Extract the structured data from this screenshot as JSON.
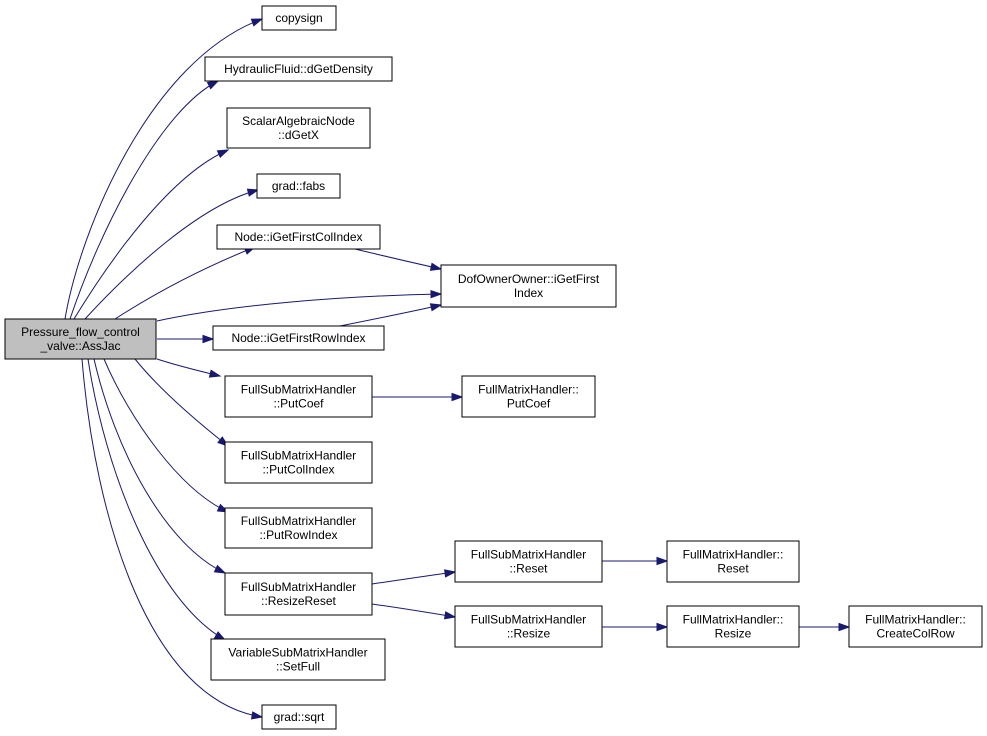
{
  "diagram": {
    "root": {
      "id": "root",
      "lines": [
        "Pressure_flow_control",
        "_valve::AssJac"
      ]
    },
    "nodes": [
      {
        "id": "copysign",
        "lines": [
          "copysign"
        ]
      },
      {
        "id": "dGetDensity",
        "lines": [
          "HydraulicFluid::dGetDensity"
        ]
      },
      {
        "id": "dGetX",
        "lines": [
          "ScalarAlgebraicNode",
          "::dGetX"
        ]
      },
      {
        "id": "fabs",
        "lines": [
          "grad::fabs"
        ]
      },
      {
        "id": "iGetFirstColIndex",
        "lines": [
          "Node::iGetFirstColIndex"
        ]
      },
      {
        "id": "iGetFirstIndex",
        "lines": [
          "DofOwnerOwner::iGetFirst",
          "Index"
        ]
      },
      {
        "id": "iGetFirstRowIndex",
        "lines": [
          "Node::iGetFirstRowIndex"
        ]
      },
      {
        "id": "sub_PutCoef",
        "lines": [
          "FullSubMatrixHandler",
          "::PutCoef"
        ]
      },
      {
        "id": "full_PutCoef",
        "lines": [
          "FullMatrixHandler::",
          "PutCoef"
        ]
      },
      {
        "id": "PutColIndex",
        "lines": [
          "FullSubMatrixHandler",
          "::PutColIndex"
        ]
      },
      {
        "id": "PutRowIndex",
        "lines": [
          "FullSubMatrixHandler",
          "::PutRowIndex"
        ]
      },
      {
        "id": "ResizeReset",
        "lines": [
          "FullSubMatrixHandler",
          "::ResizeReset"
        ]
      },
      {
        "id": "sub_Reset",
        "lines": [
          "FullSubMatrixHandler",
          "::Reset"
        ]
      },
      {
        "id": "full_Reset",
        "lines": [
          "FullMatrixHandler::",
          "Reset"
        ]
      },
      {
        "id": "sub_Resize",
        "lines": [
          "FullSubMatrixHandler",
          "::Resize"
        ]
      },
      {
        "id": "full_Resize",
        "lines": [
          "FullMatrixHandler::",
          "Resize"
        ]
      },
      {
        "id": "CreateColRow",
        "lines": [
          "FullMatrixHandler::",
          "CreateColRow"
        ]
      },
      {
        "id": "SetFull",
        "lines": [
          "VariableSubMatrixHandler",
          "::SetFull"
        ]
      },
      {
        "id": "sqrt",
        "lines": [
          "grad::sqrt"
        ]
      }
    ],
    "edges": [
      [
        "root",
        "copysign"
      ],
      [
        "root",
        "dGetDensity"
      ],
      [
        "root",
        "dGetX"
      ],
      [
        "root",
        "fabs"
      ],
      [
        "root",
        "iGetFirstColIndex"
      ],
      [
        "root",
        "iGetFirstIndex"
      ],
      [
        "root",
        "iGetFirstRowIndex"
      ],
      [
        "root",
        "sub_PutCoef"
      ],
      [
        "root",
        "PutColIndex"
      ],
      [
        "root",
        "PutRowIndex"
      ],
      [
        "root",
        "ResizeReset"
      ],
      [
        "root",
        "SetFull"
      ],
      [
        "root",
        "sqrt"
      ],
      [
        "iGetFirstColIndex",
        "iGetFirstIndex"
      ],
      [
        "iGetFirstRowIndex",
        "iGetFirstIndex"
      ],
      [
        "sub_PutCoef",
        "full_PutCoef"
      ],
      [
        "ResizeReset",
        "sub_Reset"
      ],
      [
        "ResizeReset",
        "sub_Resize"
      ],
      [
        "sub_Reset",
        "full_Reset"
      ],
      [
        "sub_Resize",
        "full_Resize"
      ],
      [
        "full_Resize",
        "CreateColRow"
      ]
    ],
    "colors": {
      "edge": "#191970",
      "root_fill": "#bfbfbf",
      "node_fill": "#ffffff",
      "border": "#000000"
    }
  }
}
